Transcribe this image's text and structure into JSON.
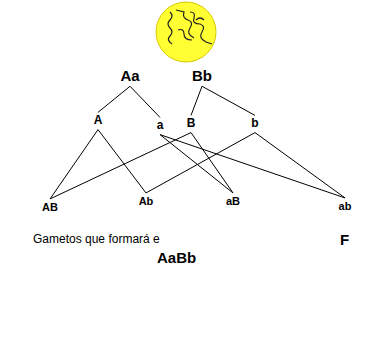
{
  "diagram": {
    "nodes": [
      {
        "text": [
          "Aa"
        ]
      },
      {
        "text": [
          "Bb"
        ]
      },
      {
        "text": [
          "A"
        ]
      },
      {
        "text": [
          "a"
        ]
      },
      {
        "text": [
          "B"
        ]
      },
      {
        "text": [
          "b"
        ]
      },
      {
        "text": [
          "AB"
        ]
      },
      {
        "text": [
          "Ab"
        ]
      },
      {
        "text": [
          "aB"
        ]
      },
      {
        "text": [
          "ab"
        ]
      }
    ],
    "edges": [
      {
        "from": 0,
        "to": 2,
        "arrow": "none"
      },
      {
        "from": 0,
        "to": 3,
        "arrow": "none"
      },
      {
        "from": 1,
        "to": 4,
        "arrow": "none"
      },
      {
        "from": 1,
        "to": 5,
        "arrow": "none"
      },
      {
        "from": 2,
        "to": 6,
        "arrow": "none"
      },
      {
        "from": 2,
        "to": 7,
        "arrow": "none"
      },
      {
        "from": 3,
        "to": 8,
        "arrow": "none"
      },
      {
        "from": 3,
        "to": 9,
        "arrow": "none"
      },
      {
        "from": 4,
        "to": 6,
        "arrow": "none"
      },
      {
        "from": 4,
        "to": 8,
        "arrow": "none"
      },
      {
        "from": 5,
        "to": 7,
        "arrow": "none"
      },
      {
        "from": 5,
        "to": 9,
        "arrow": "none"
      }
    ],
    "labels": [
      "Gametos que formará e",
      "AaBb",
      "F"
    ]
  }
}
